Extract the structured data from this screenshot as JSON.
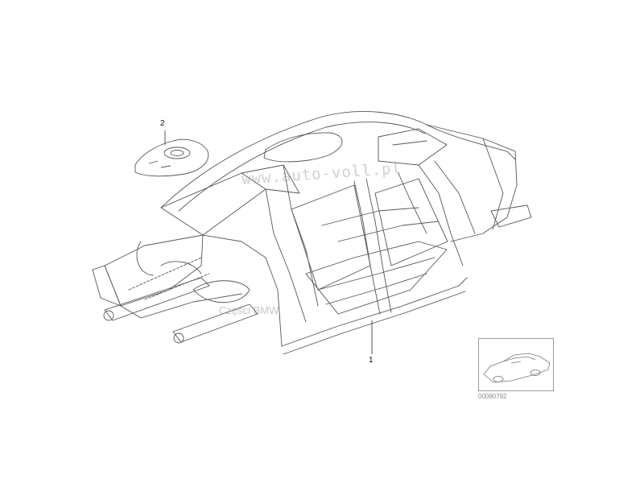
{
  "callouts": {
    "part_1": "1",
    "part_2": "2"
  },
  "watermarks": {
    "site": "www.auto-voll.pl",
    "store": "Części BMW"
  },
  "thumbnail": {
    "code": "00080792"
  },
  "colors": {
    "line": "#555555",
    "frame": "#999999",
    "watermark": "#969696"
  }
}
